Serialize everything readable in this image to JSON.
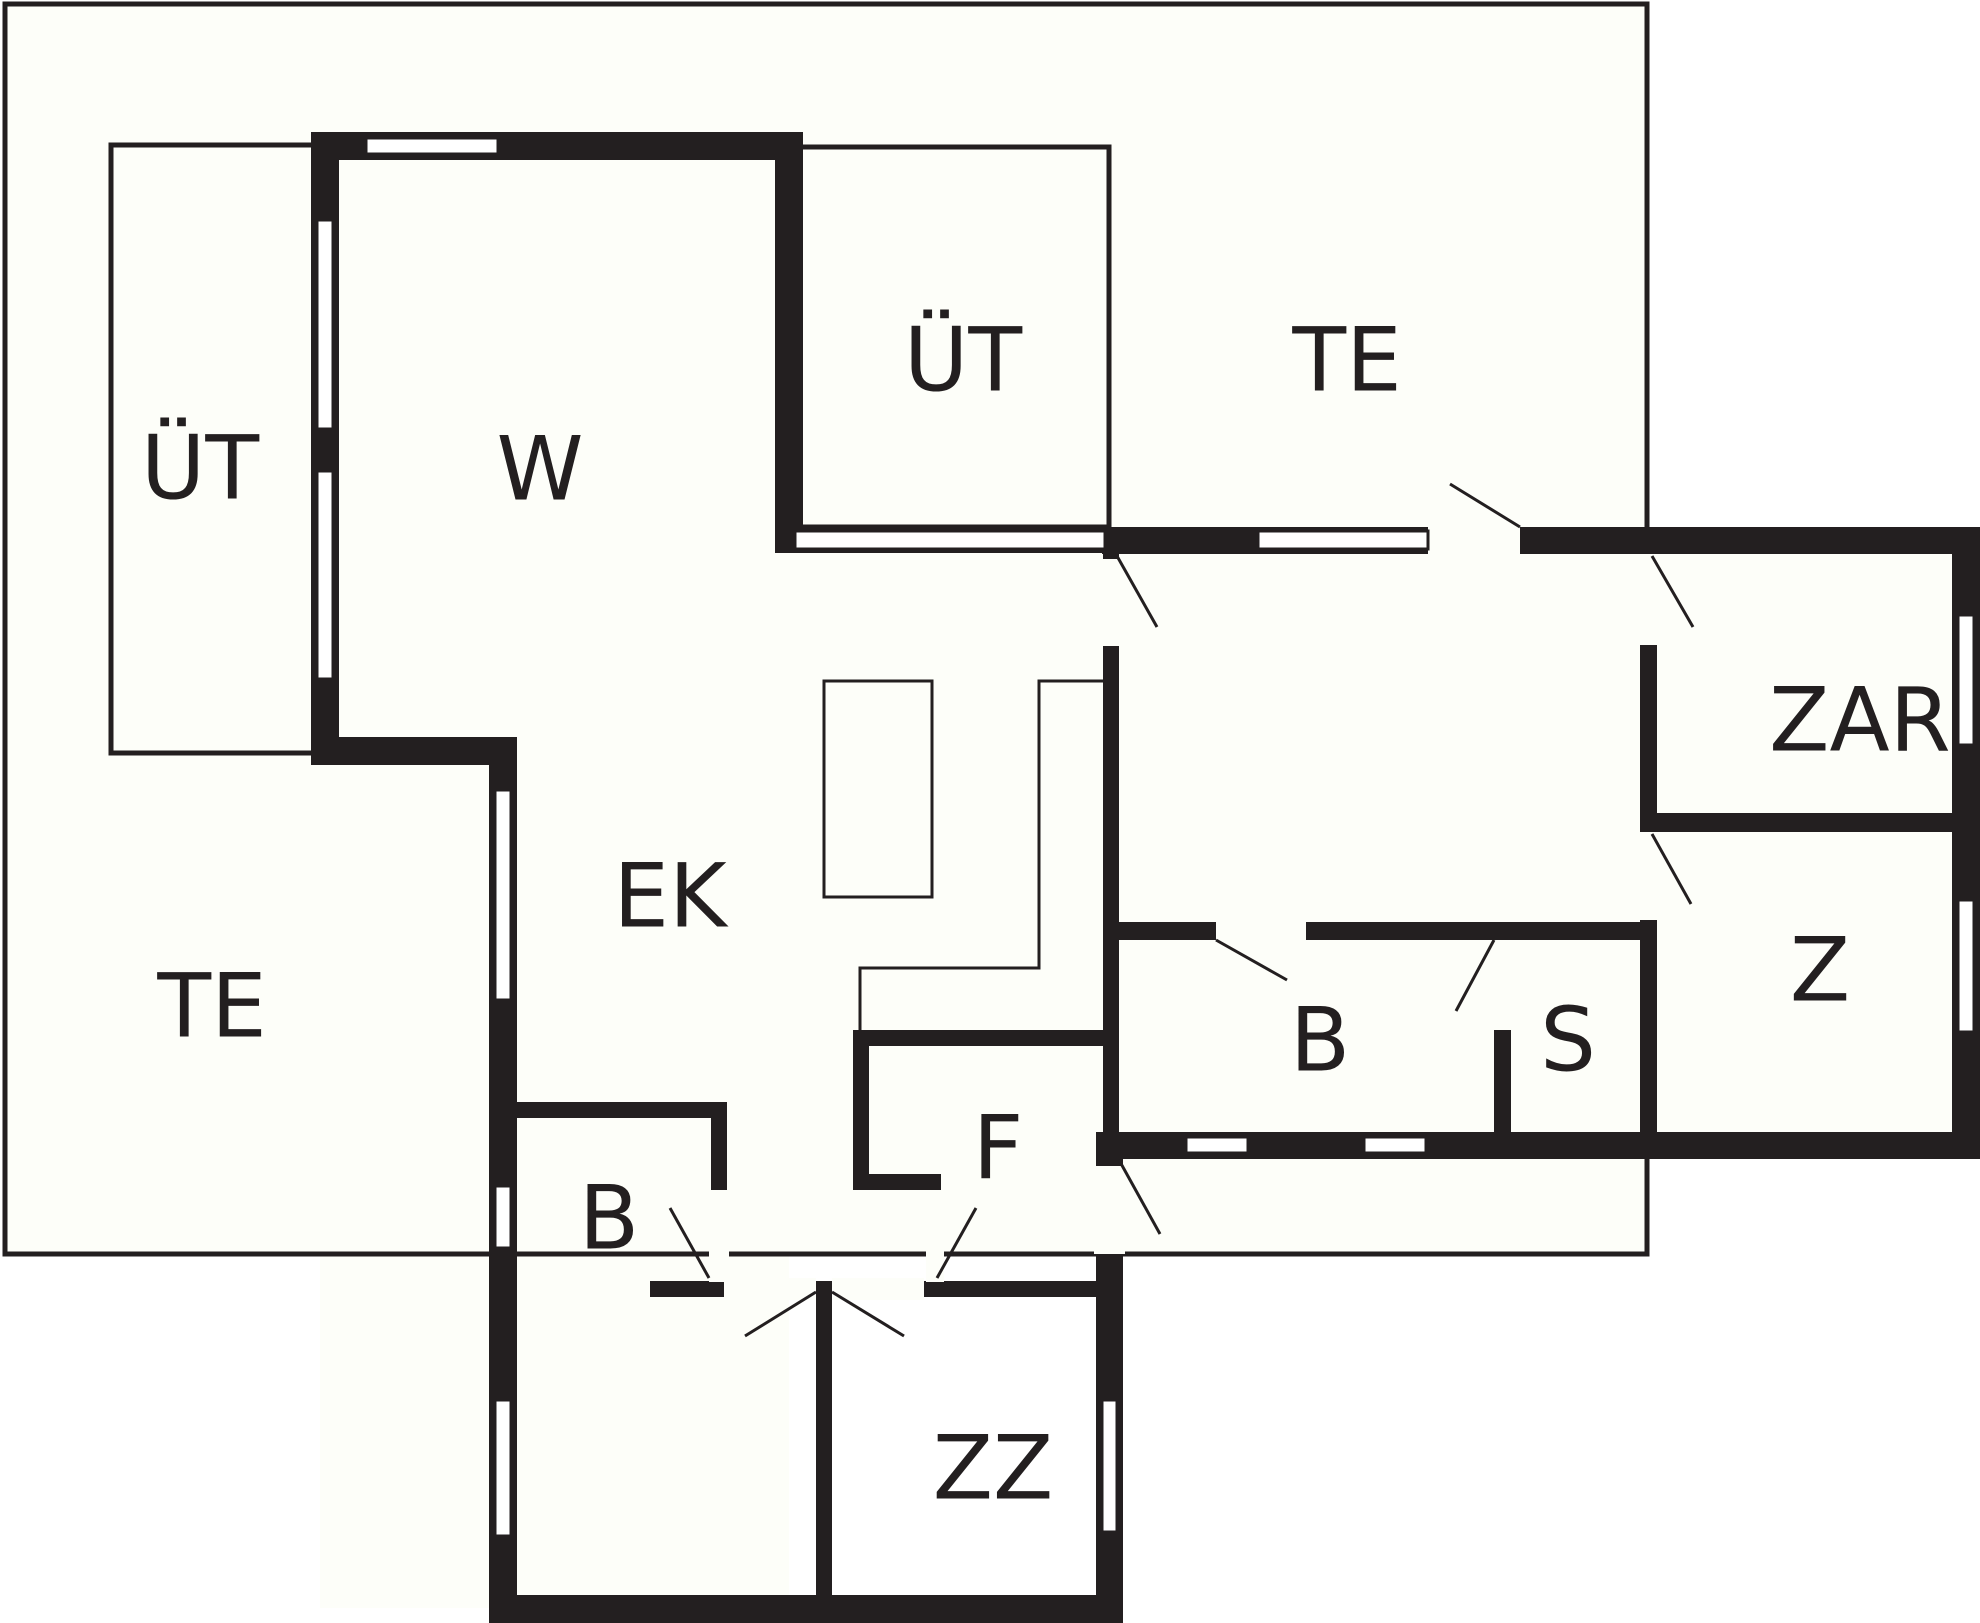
{
  "floor_plan": {
    "colors": {
      "wall": "#231f20",
      "floor": "#fdfef9",
      "background": "#ffffff"
    },
    "rooms": [
      {
        "id": "ut-left",
        "label": "ÜT"
      },
      {
        "id": "w",
        "label": "W"
      },
      {
        "id": "ut-top",
        "label": "ÜT"
      },
      {
        "id": "te-top",
        "label": "TE"
      },
      {
        "id": "te-left",
        "label": "TE"
      },
      {
        "id": "ek",
        "label": "EK"
      },
      {
        "id": "zar",
        "label": "ZAR"
      },
      {
        "id": "z",
        "label": "Z"
      },
      {
        "id": "b-right",
        "label": "B"
      },
      {
        "id": "s",
        "label": "S"
      },
      {
        "id": "f",
        "label": "F"
      },
      {
        "id": "b-left",
        "label": "B"
      },
      {
        "id": "zz",
        "label": "ZZ"
      }
    ]
  }
}
